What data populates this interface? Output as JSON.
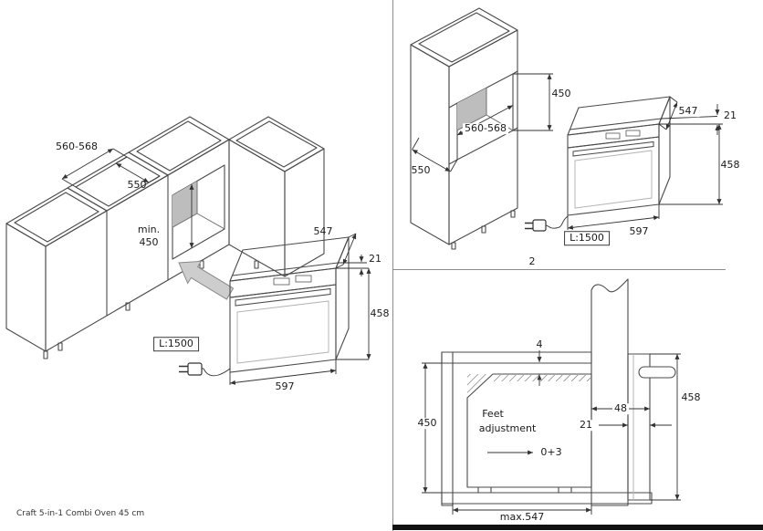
{
  "footer": {
    "product_name": "Craft 5-in-1 Combi Oven 45 cm"
  },
  "panel_base_cabinet": {
    "niche_width": "560-568",
    "niche_depth": "550",
    "min_label": "min.",
    "min_height": "450",
    "oven_depth": "547",
    "front_lip": "21",
    "oven_height": "458",
    "oven_width": "597",
    "cable_length": "L:1500"
  },
  "panel_tall_cabinet": {
    "figure_number": "2",
    "niche_width": "560-568",
    "niche_height": "450",
    "niche_depth": "550",
    "oven_depth": "547",
    "front_lip": "21",
    "oven_height": "458",
    "oven_width": "597",
    "cable_length": "L:1500"
  },
  "panel_side_section": {
    "top_gap": "4",
    "niche_height": "450",
    "frame_depth": "48",
    "front_lip": "21",
    "oven_height": "458",
    "feet_label_line1": "Feet",
    "feet_label_line2": "adjustment",
    "feet_adjust_range": "0+3",
    "max_niche_depth": "max.547"
  }
}
